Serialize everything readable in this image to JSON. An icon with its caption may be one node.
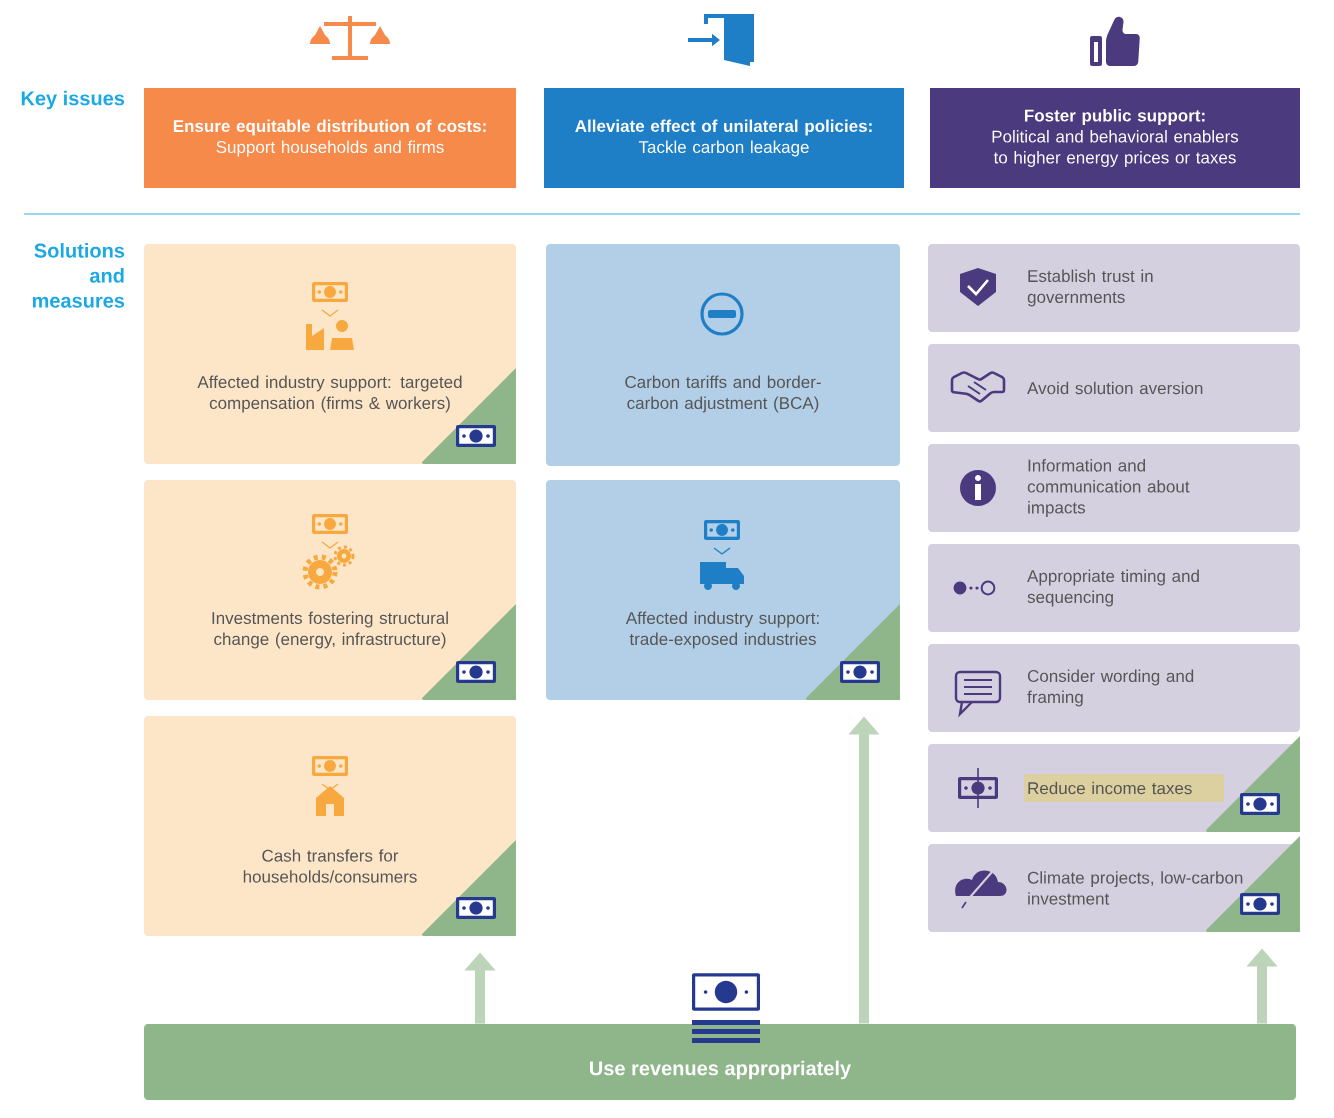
{
  "diagram": {
    "nodes": [
      {
        "text": [
          "Ensure equitable distribution of costs:",
          "Support households and firms"
        ]
      },
      {
        "text": [
          "Alleviate effect of unilateral policies:",
          "Tackle carbon leakage"
        ]
      },
      {
        "text": [
          "Foster public support:",
          "Political and behavioral enablers to higher energy prices or taxes"
        ]
      },
      {
        "text": [
          "Affected industry support: targeted compensation (firms & workers)"
        ]
      },
      {
        "text": [
          "Investments fostering structural change (energy, infrastructure)"
        ]
      },
      {
        "text": [
          "Cash transfers for households/consumers"
        ]
      },
      {
        "text": [
          "Carbon tariffs and border-carbon adjustment (BCA)"
        ]
      },
      {
        "text": [
          "Affected industry support: trade-exposed industries"
        ]
      },
      {
        "text": [
          "Establish trust in governments"
        ]
      },
      {
        "text": [
          "Avoid solution aversion"
        ]
      },
      {
        "text": [
          "Information and communication about impacts"
        ]
      },
      {
        "text": [
          "Appropriate timing and sequencing"
        ]
      },
      {
        "text": [
          "Consider wording and framing"
        ]
      },
      {
        "text": [
          "Reduce income taxes"
        ]
      },
      {
        "text": [
          "Climate projects, low-carbon investment"
        ]
      },
      {
        "text": [
          "Use revenues appropriately"
        ]
      }
    ],
    "edges": [
      {
        "from": 15,
        "to": 5,
        "arrow": "to"
      },
      {
        "from": 15,
        "to": 7,
        "arrow": "to"
      },
      {
        "from": 15,
        "to": 14,
        "arrow": "to"
      }
    ],
    "labels": [
      "Key issues",
      "Solutions and measures"
    ]
  }
}
